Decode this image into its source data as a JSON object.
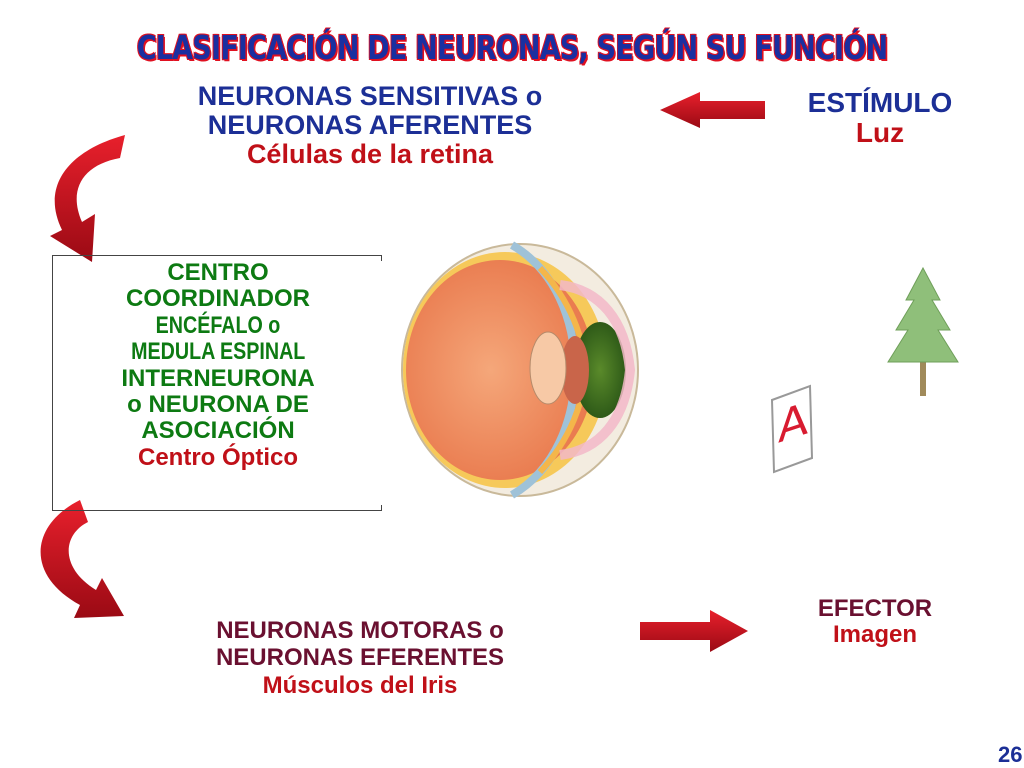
{
  "title": "CLASIFICACIÓN DE NEURONAS, SEGÚN SU FUNCIÓN",
  "sensitive": {
    "line1": "NEURONAS SENSITIVAS o",
    "line2": "NEURONAS AFERENTES",
    "example": "Células de la retina"
  },
  "stimulus": {
    "label": "ESTÍMULO",
    "example": "Luz"
  },
  "center": {
    "line1": "CENTRO",
    "line2": "COORDINADOR",
    "line3": "ENCÉFALO o",
    "line4": "MEDULA ESPINAL",
    "line5": "INTERNEURONA",
    "line6": "o NEURONA DE",
    "line7": "ASOCIACIÓN",
    "example": "Centro Óptico"
  },
  "motor": {
    "line1": "NEURONAS MOTORAS o",
    "line2": "NEURONAS EFERENTES",
    "example": "Músculos del Iris"
  },
  "effector": {
    "label": "EFECTOR",
    "example": "Imagen"
  },
  "card_letter": "A",
  "page_number": "26",
  "colors": {
    "title_fill": "#1a2fa0",
    "title_outline": "#e01020",
    "blue_text": "#1c2f96",
    "red_text": "#c01018",
    "green_text": "#0d7a12",
    "maroon_text": "#6a1030",
    "arrow": "#c8101c",
    "tree": "#8fbf7a"
  }
}
